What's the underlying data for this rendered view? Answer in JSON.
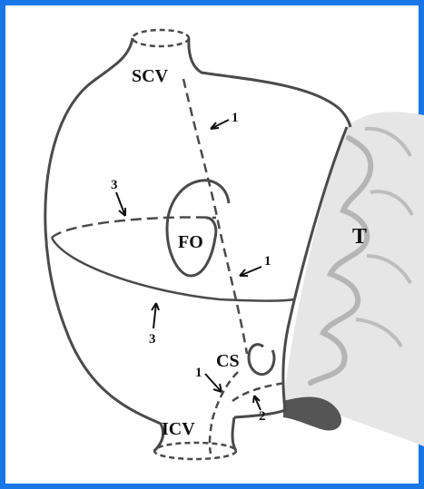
{
  "labels": {
    "scv": "SCV",
    "icv": "ICV",
    "fo": "FO",
    "cs": "CS",
    "t": "T",
    "n1_top": "1",
    "n1_mid": "1",
    "n1_low": "1",
    "n2": "2",
    "n3_top": "3",
    "n3_bottom": "3"
  },
  "colors": {
    "frame": "#1877e6",
    "line": "#4a4a4a",
    "tissue": "#9a9a9a"
  }
}
